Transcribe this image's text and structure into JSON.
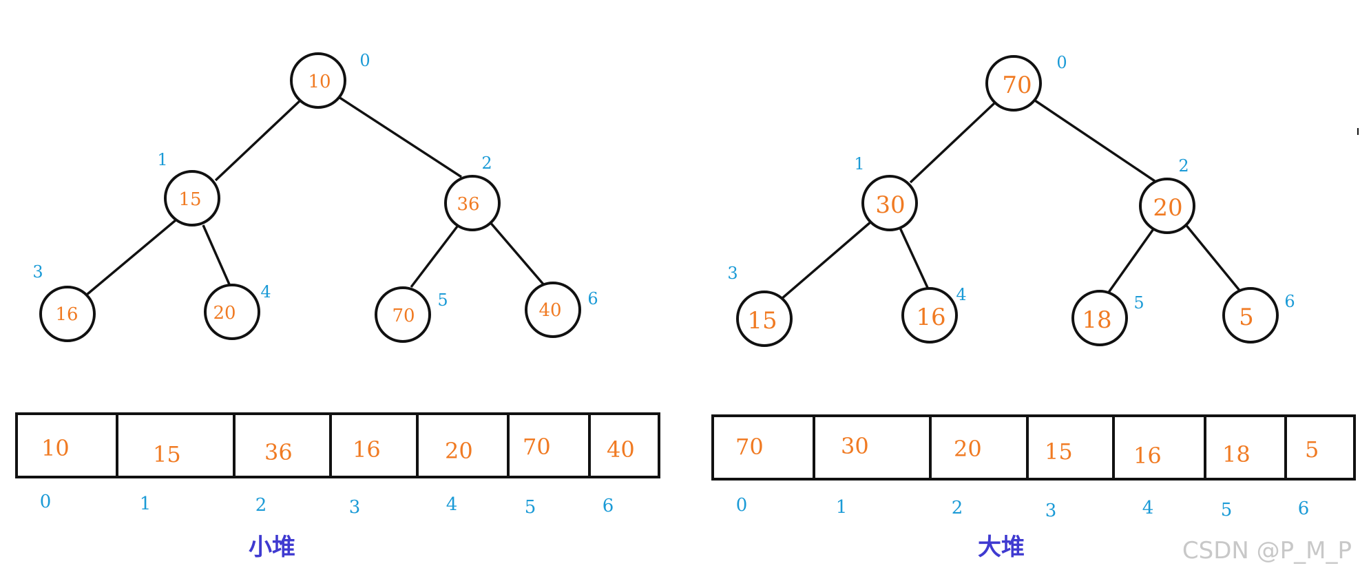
{
  "colors": {
    "value": "#f07a22",
    "index": "#1a9ad6",
    "title": "#3f3ad0",
    "line": "#111111"
  },
  "heaps": [
    {
      "title": "小堆",
      "nodes": [
        {
          "index": "0",
          "value": "10"
        },
        {
          "index": "1",
          "value": "15"
        },
        {
          "index": "2",
          "value": "36"
        },
        {
          "index": "3",
          "value": "16"
        },
        {
          "index": "4",
          "value": "20"
        },
        {
          "index": "5",
          "value": "70"
        },
        {
          "index": "6",
          "value": "40"
        }
      ],
      "array": [
        "10",
        "15",
        "36",
        "16",
        "20",
        "70",
        "40"
      ],
      "array_indices": [
        "0",
        "1",
        "2",
        "3",
        "4",
        "5",
        "6"
      ]
    },
    {
      "title": "大堆",
      "nodes": [
        {
          "index": "0",
          "value": "70"
        },
        {
          "index": "1",
          "value": "30"
        },
        {
          "index": "2",
          "value": "20"
        },
        {
          "index": "3",
          "value": "15"
        },
        {
          "index": "4",
          "value": "16"
        },
        {
          "index": "5",
          "value": "18"
        },
        {
          "index": "6",
          "value": "5"
        }
      ],
      "array": [
        "70",
        "30",
        "20",
        "15",
        "16",
        "18",
        "5"
      ],
      "array_indices": [
        "0",
        "1",
        "2",
        "3",
        "4",
        "5",
        "6"
      ]
    }
  ],
  "watermark": "CSDN @P_M_P"
}
